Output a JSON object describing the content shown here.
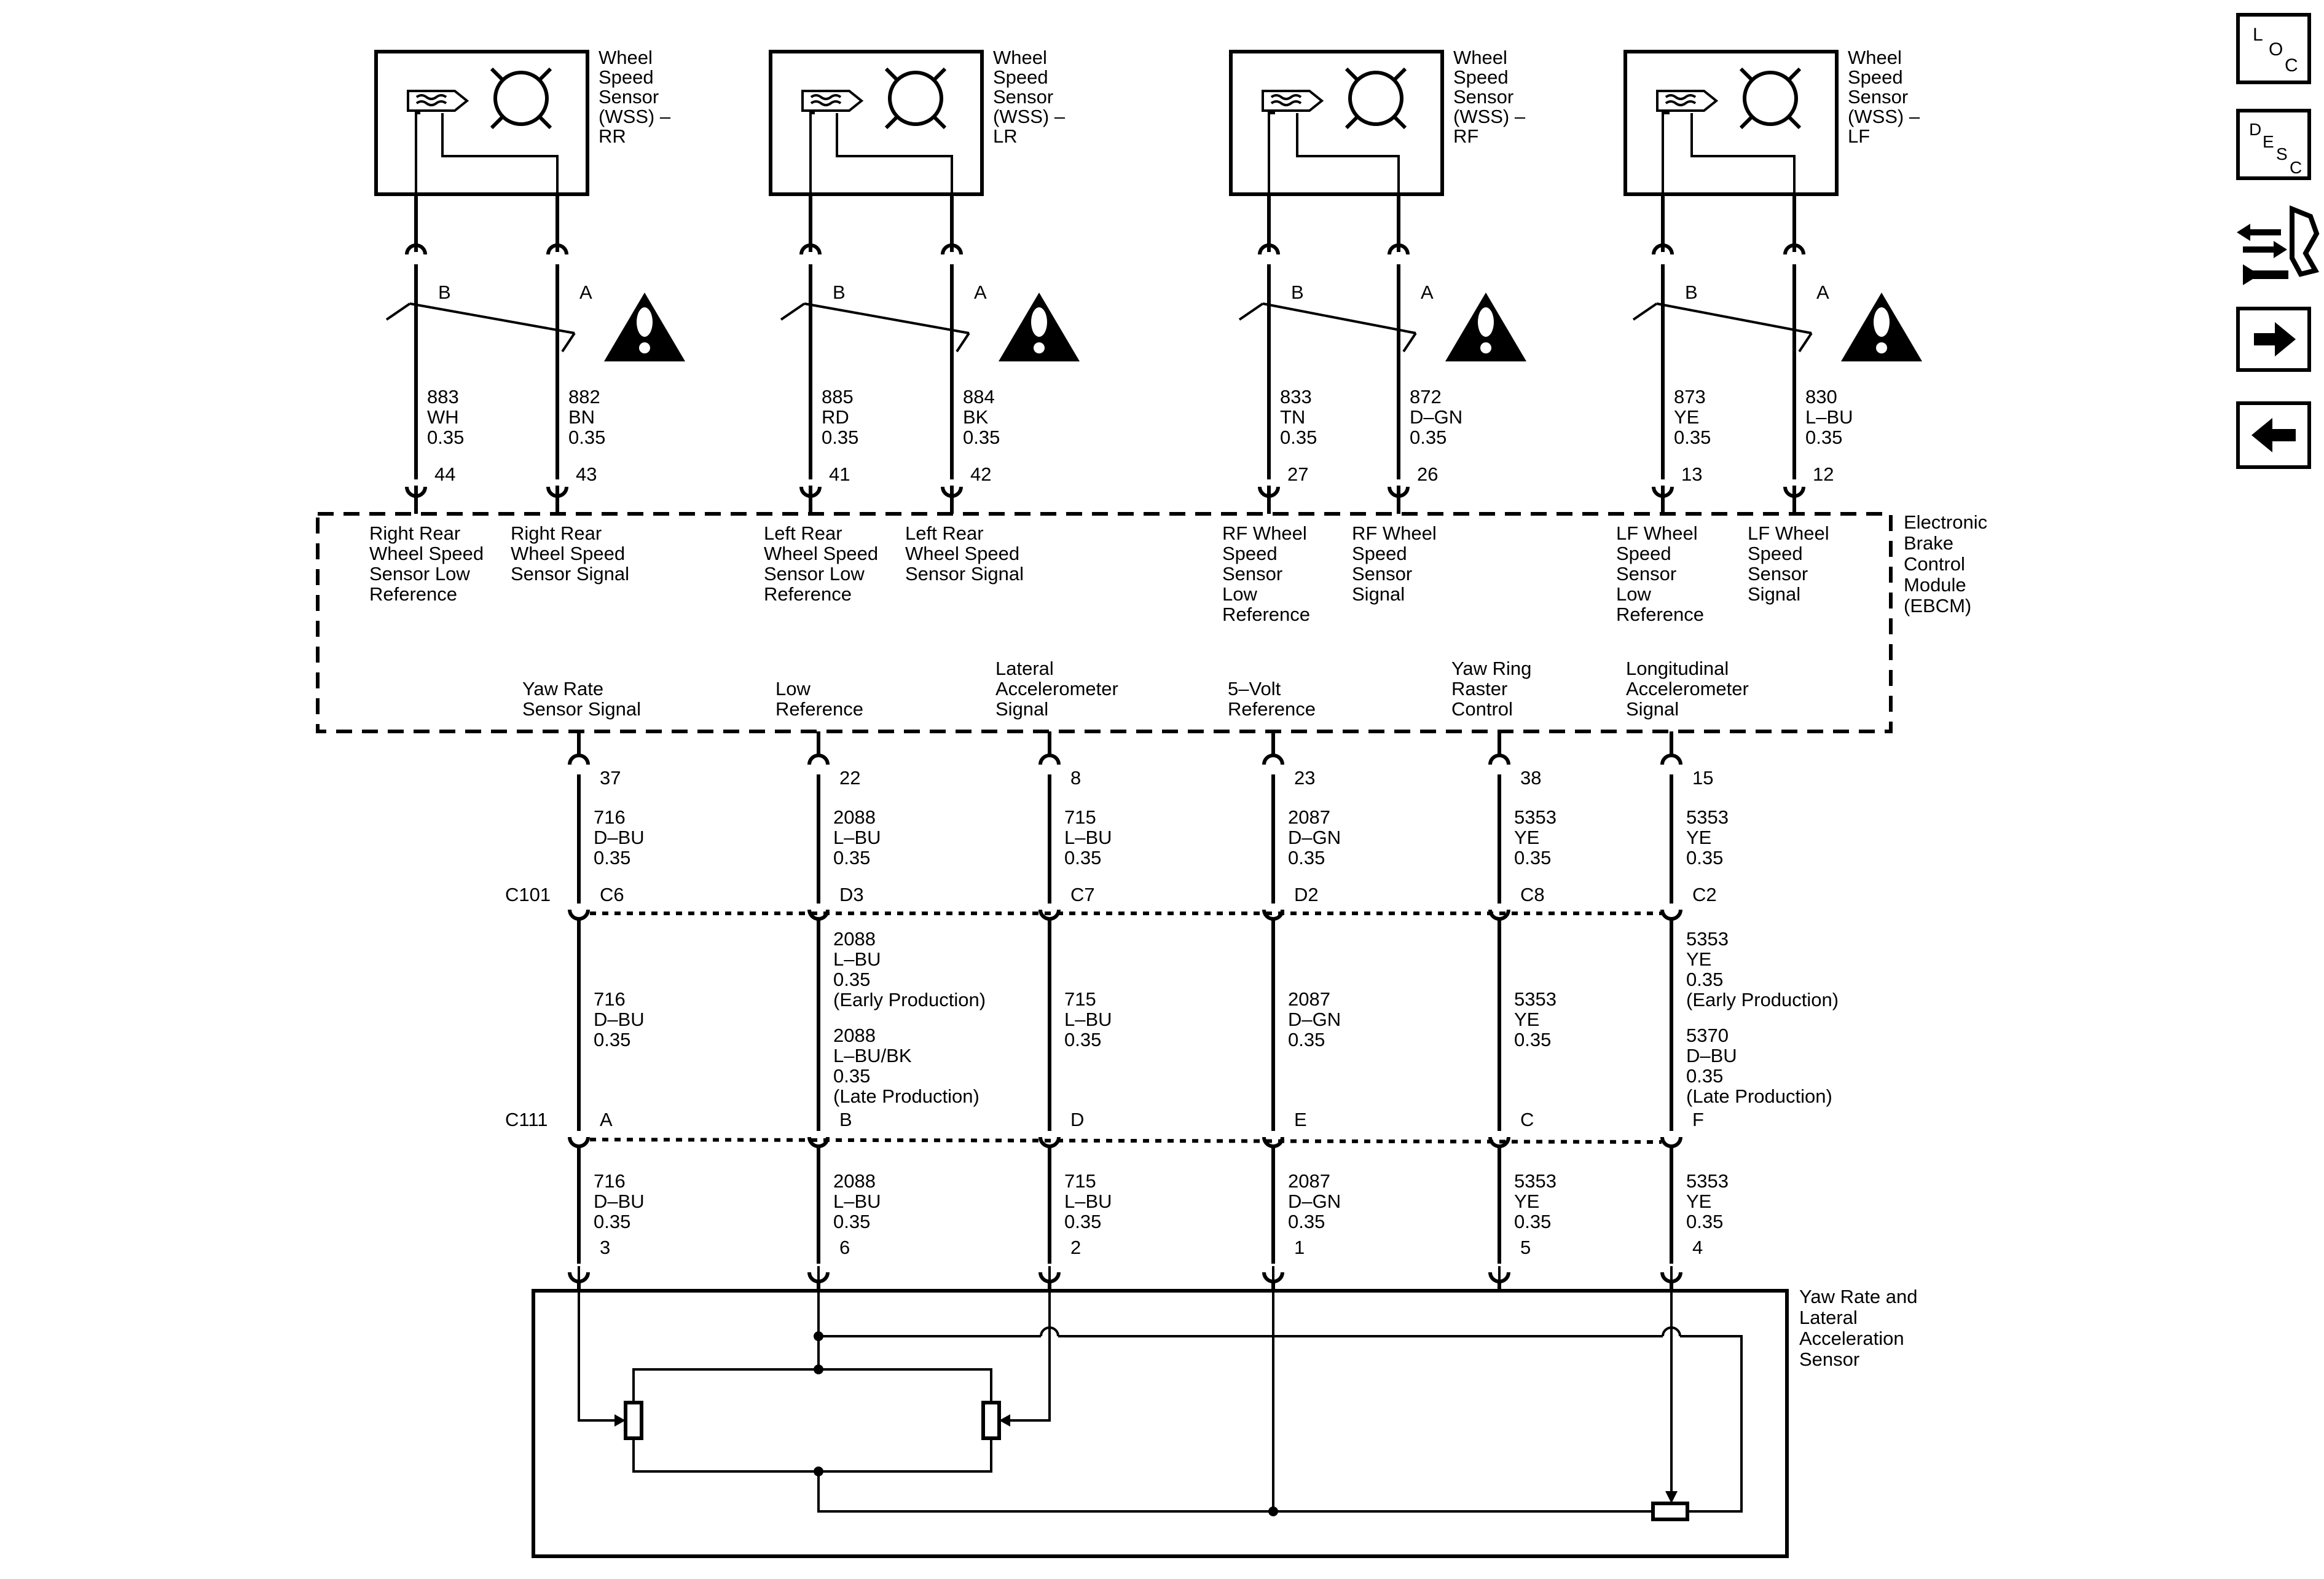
{
  "sensors": [
    {
      "title": [
        "Wheel",
        "Speed",
        "Sensor",
        "(WSS) –",
        "RR"
      ],
      "pins": [
        {
          "pin": "B",
          "circuit": "883",
          "color": "WH",
          "gauge": "0.35",
          "ebcm_pin": "44",
          "ebcm_label": [
            "Right Rear",
            "Wheel Speed",
            "Sensor Low",
            "Reference"
          ]
        },
        {
          "pin": "A",
          "circuit": "882",
          "color": "BN",
          "gauge": "0.35",
          "ebcm_pin": "43",
          "ebcm_label": [
            "Right Rear",
            "Wheel Speed",
            "Sensor Signal"
          ]
        }
      ]
    },
    {
      "title": [
        "Wheel",
        "Speed",
        "Sensor",
        "(WSS) –",
        "LR"
      ],
      "pins": [
        {
          "pin": "B",
          "circuit": "885",
          "color": "RD",
          "gauge": "0.35",
          "ebcm_pin": "41",
          "ebcm_label": [
            "Left Rear",
            "Wheel Speed",
            "Sensor Low",
            "Reference"
          ]
        },
        {
          "pin": "A",
          "circuit": "884",
          "color": "BK",
          "gauge": "0.35",
          "ebcm_pin": "42",
          "ebcm_label": [
            "Left Rear",
            "Wheel Speed",
            "Sensor Signal"
          ]
        }
      ]
    },
    {
      "title": [
        "Wheel",
        "Speed",
        "Sensor",
        "(WSS) –",
        "RF"
      ],
      "pins": [
        {
          "pin": "B",
          "circuit": "833",
          "color": "TN",
          "gauge": "0.35",
          "ebcm_pin": "27",
          "ebcm_label": [
            "RF Wheel",
            "Speed",
            "Sensor",
            "Low",
            "Reference"
          ]
        },
        {
          "pin": "A",
          "circuit": "872",
          "color": "D–GN",
          "gauge": "0.35",
          "ebcm_pin": "26",
          "ebcm_label": [
            "RF Wheel",
            "Speed",
            "Sensor",
            "Signal"
          ]
        }
      ]
    },
    {
      "title": [
        "Wheel",
        "Speed",
        "Sensor",
        "(WSS) –",
        "LF"
      ],
      "pins": [
        {
          "pin": "B",
          "circuit": "873",
          "color": "YE",
          "gauge": "0.35",
          "ebcm_pin": "13",
          "ebcm_label": [
            "LF Wheel",
            "Speed",
            "Sensor",
            "Low",
            "Reference"
          ]
        },
        {
          "pin": "A",
          "circuit": "830",
          "color": "L–BU",
          "gauge": "0.35",
          "ebcm_pin": "12",
          "ebcm_label": [
            "LF Wheel",
            "Speed",
            "Sensor",
            "Signal"
          ]
        }
      ]
    }
  ],
  "ebcm": {
    "title": [
      "Electronic",
      "Brake",
      "Control",
      "Module",
      "(EBCM)"
    ]
  },
  "connectors": {
    "c101": "C101",
    "c111": "C111"
  },
  "yaw_circuits": [
    {
      "ebcm_label": [
        "Yaw Rate",
        "Sensor Signal"
      ],
      "ebcm_pin": "37",
      "seg1": [
        "716",
        "D–BU",
        "0.35"
      ],
      "c101_pin": "C6",
      "seg2": [
        "716",
        "D–BU",
        "0.35"
      ],
      "c111_pin": "A",
      "seg3": [
        "716",
        "D–BU",
        "0.35"
      ],
      "sensor_pin": "3"
    },
    {
      "ebcm_label": [
        "Low",
        "Reference"
      ],
      "ebcm_pin": "22",
      "seg1": [
        "2088",
        "L–BU",
        "0.35"
      ],
      "c101_pin": "D3",
      "seg2": [
        "2088",
        "L–BU",
        "0.35",
        "(Early Production)",
        "2088",
        "L–BU/BK",
        "0.35",
        "(Late Production)"
      ],
      "c111_pin": "B",
      "seg3": [
        "2088",
        "L–BU",
        "0.35"
      ],
      "sensor_pin": "6"
    },
    {
      "ebcm_label": [
        "Lateral",
        "Accelerometer",
        "Signal"
      ],
      "ebcm_pin": "8",
      "seg1": [
        "715",
        "L–BU",
        "0.35"
      ],
      "c101_pin": "C7",
      "seg2": [
        "715",
        "L–BU",
        "0.35"
      ],
      "c111_pin": "D",
      "seg3": [
        "715",
        "L–BU",
        "0.35"
      ],
      "sensor_pin": "2"
    },
    {
      "ebcm_label": [
        "5–Volt",
        "Reference"
      ],
      "ebcm_pin": "23",
      "seg1": [
        "2087",
        "D–GN",
        "0.35"
      ],
      "c101_pin": "D2",
      "seg2": [
        "2087",
        "D–GN",
        "0.35"
      ],
      "c111_pin": "E",
      "seg3": [
        "2087",
        "D–GN",
        "0.35"
      ],
      "sensor_pin": "1"
    },
    {
      "ebcm_label": [
        "Yaw Ring",
        "Raster",
        "Control"
      ],
      "ebcm_pin": "38",
      "seg1": [
        "5353",
        "YE",
        "0.35"
      ],
      "c101_pin": "C8",
      "seg2": [
        "5353",
        "YE",
        "0.35"
      ],
      "c111_pin": "C",
      "seg3": [
        "5353",
        "YE",
        "0.35"
      ],
      "sensor_pin": "5"
    },
    {
      "ebcm_label": [
        "Longitudinal",
        "Accelerometer",
        "Signal"
      ],
      "ebcm_pin": "15",
      "seg1": [
        "5353",
        "YE",
        "0.35"
      ],
      "c101_pin": "C2",
      "seg2": [
        "5353",
        "YE",
        "0.35",
        "(Early Production)",
        "5370",
        "D–BU",
        "0.35",
        "(Late Production)"
      ],
      "c111_pin": "F",
      "seg3": [
        "5353",
        "YE",
        "0.35"
      ],
      "sensor_pin": "4"
    }
  ],
  "yaw_sensor": {
    "title": [
      "Yaw Rate and",
      "Lateral",
      "Acceleration",
      "Sensor"
    ]
  },
  "nav": {
    "loc": {
      "l": "L",
      "o": "O",
      "c": "C"
    },
    "desc": {
      "d": "D",
      "e": "E",
      "s": "S",
      "c": "C"
    },
    "icons": [
      "loc-icon",
      "desc-icon",
      "connector-tool-icon",
      "next-arrow-icon",
      "prev-arrow-icon"
    ]
  },
  "warning_icon": "warning-triangle-icon"
}
